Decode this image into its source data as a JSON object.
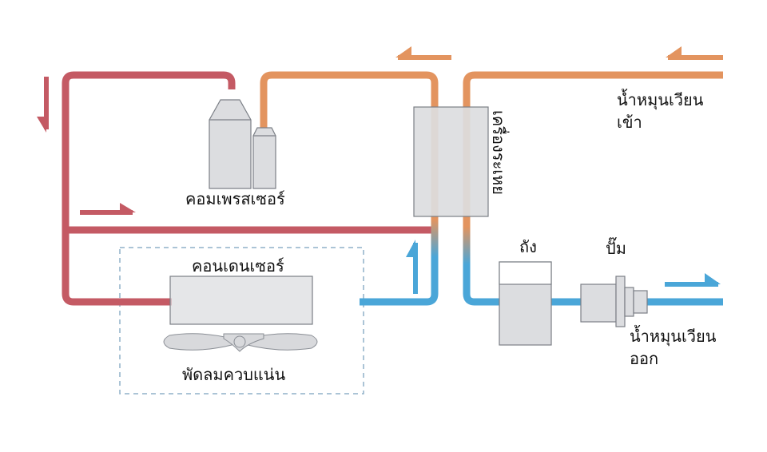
{
  "labels": {
    "compressor": "คอมเพรสเซอร์",
    "evaporator": "เครื่องระเหย",
    "condenser": "คอนเดนเซอร์",
    "fan": "พัดลมควบแน่น",
    "tank": "ถัง",
    "pump": "ปั๊ม",
    "water_in_line1": "น้ำหมุนเวียน",
    "water_in_line2": "เข้า",
    "water_out_line1": "น้ำหมุนเวียน",
    "water_out_line2": "ออก"
  },
  "colors": {
    "hot_line": "#c45a64",
    "warm_line": "#e3945f",
    "cold_line": "#4aa6d8",
    "component_fill": "#dcdde0",
    "component_stroke": "#7b7f86",
    "dashed_box": "#8fb0c8"
  }
}
